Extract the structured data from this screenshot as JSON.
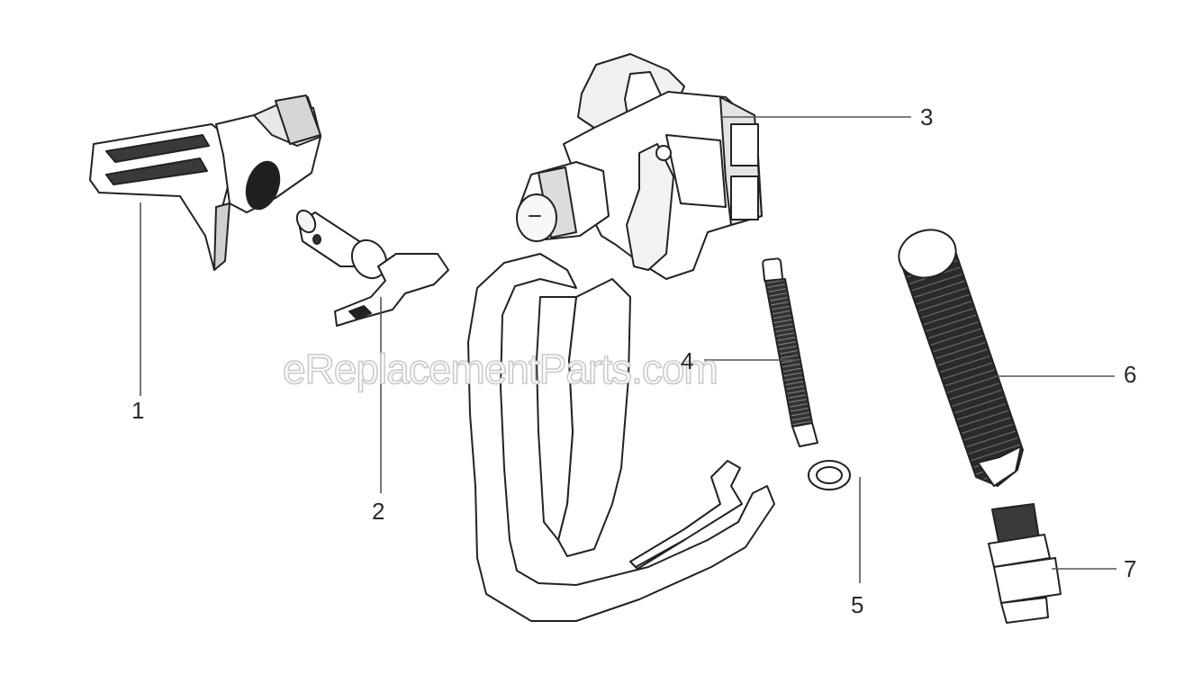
{
  "watermark": "eReplacementParts.com",
  "callouts": [
    {
      "id": "1",
      "label": "1"
    },
    {
      "id": "2",
      "label": "2"
    },
    {
      "id": "3",
      "label": "3"
    },
    {
      "id": "4",
      "label": "4"
    },
    {
      "id": "5",
      "label": "5"
    },
    {
      "id": "6",
      "label": "6"
    },
    {
      "id": "7",
      "label": "7"
    }
  ],
  "part_icons": [
    "tip-guard-icon",
    "reversible-tip-icon",
    "spray-gun-body-icon",
    "gun-filter-icon",
    "seal-ring-icon",
    "grip-cover-icon",
    "swivel-fitting-icon"
  ]
}
